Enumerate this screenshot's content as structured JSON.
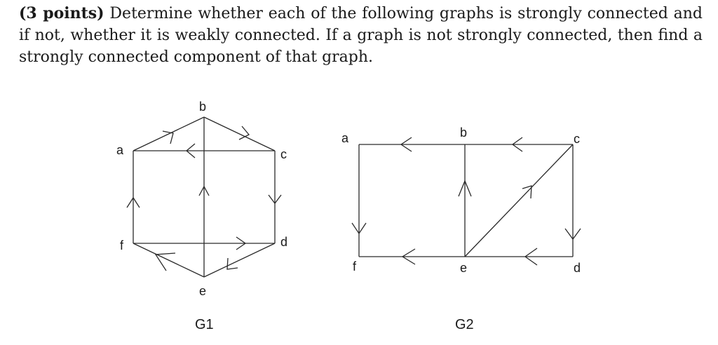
{
  "problem": {
    "points": "(3 points)",
    "text": " Determine whether each of the following graphs is strongly connected and if not, whether it is weakly connected. If a graph is not strongly connected, then find a strongly connected component of that graph."
  },
  "graphs": [
    {
      "caption": "G1",
      "vertices": {
        "a": "a",
        "b": "b",
        "c": "c",
        "d": "d",
        "e": "e",
        "f": "f"
      },
      "edges": [
        [
          "a",
          "b"
        ],
        [
          "b",
          "c"
        ],
        [
          "c",
          "a"
        ],
        [
          "c",
          "d"
        ],
        [
          "f",
          "a"
        ],
        [
          "e",
          "b"
        ],
        [
          "f",
          "d"
        ],
        [
          "d",
          "e"
        ],
        [
          "e",
          "f"
        ]
      ]
    },
    {
      "caption": "G2",
      "vertices": {
        "a": "a",
        "b": "b",
        "c": "c",
        "d": "d",
        "e": "e",
        "f": "f"
      },
      "edges": [
        [
          "b",
          "a"
        ],
        [
          "c",
          "b"
        ],
        [
          "a",
          "f"
        ],
        [
          "e",
          "b"
        ],
        [
          "e",
          "c"
        ],
        [
          "c",
          "d"
        ],
        [
          "d",
          "e"
        ],
        [
          "e",
          "f"
        ]
      ]
    }
  ]
}
